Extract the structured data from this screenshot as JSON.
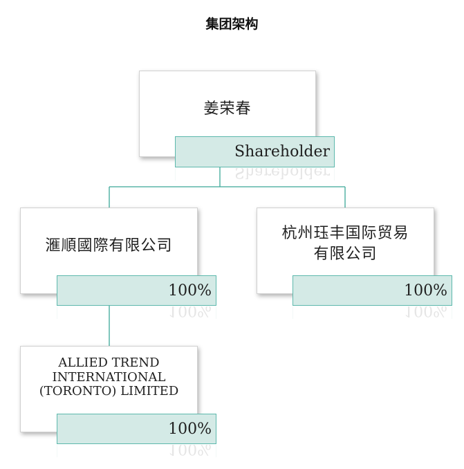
{
  "title": "集团架构",
  "nodes": {
    "root": {
      "name": "姜荣春",
      "tag": "Shareholder"
    },
    "yaoshun": {
      "name": "滙順國際有限公司",
      "tag": "100%"
    },
    "hangzhou": {
      "name_line1": "杭州珏丰国际贸易",
      "name_line2": "有限公司",
      "tag": "100%"
    },
    "allied": {
      "name_line1": "ALLIED TREND",
      "name_line2": "INTERNATIONAL",
      "name_line3": "(TORONTO) LIMITED",
      "tag": "100%"
    }
  },
  "colors": {
    "tag_fill": "#d4eae6",
    "tag_border": "#5cb8ac",
    "connector": "#3aa898"
  }
}
